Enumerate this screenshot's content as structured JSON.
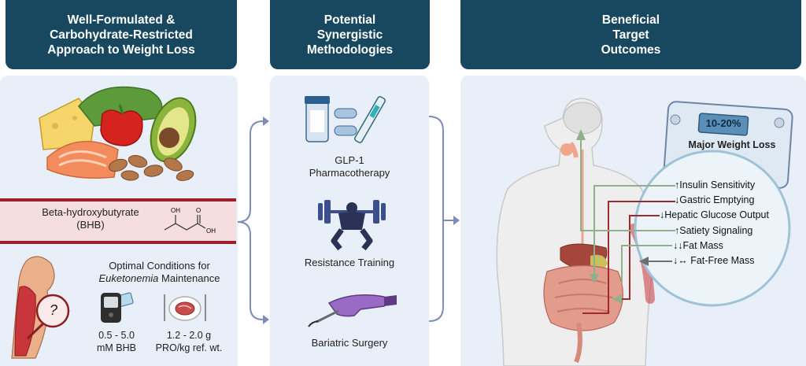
{
  "headers": {
    "col1": [
      "Well-Formulated &",
      "Carbohydrate-Restricted",
      "Approach to Weight Loss"
    ],
    "col2": [
      "Potential",
      "Synergistic",
      "Methodologies"
    ],
    "col3": [
      "Beneficial",
      "Target",
      "Outcomes"
    ]
  },
  "bhb": {
    "label_line1": "Beta-hydroxybutyrate",
    "label_line2": "(BHB)",
    "formula_oh": "OH",
    "formula_o": "O",
    "formula_oh2": "OH"
  },
  "euketonemia": {
    "title_line1": "Optimal Conditions for",
    "title_italic": "Euketonemia",
    "title_rest": " Maintenance",
    "question_mark": "?",
    "bhb_range_line1": "0.5 - 5.0",
    "bhb_range_line2": "mM BHB",
    "protein_line1": "1.2 - 2.0 g",
    "protein_line2": "PRO/kg ref. wt."
  },
  "methods": {
    "glp1_line1": "GLP-1",
    "glp1_line2": "Pharmacotherapy",
    "resistance": "Resistance Training",
    "bariatric": "Bariatric Surgery"
  },
  "scale": {
    "range": "10-20%",
    "label": "Major Weight Loss"
  },
  "outcomes": [
    "↑Insulin Sensitivity",
    "↓Gastric Emptying",
    "↓Hepatic Glucose Output",
    "↑Satiety Signaling",
    "↓↓Fat Mass",
    "↓↔ Fat-Free Mass"
  ],
  "colors": {
    "header": "#17485f",
    "panel": "#e9eff8",
    "arrow": "#7d8cb8",
    "blood": "#9c1f2a",
    "green_line": "#8fb08a",
    "red_line": "#a02a32"
  }
}
